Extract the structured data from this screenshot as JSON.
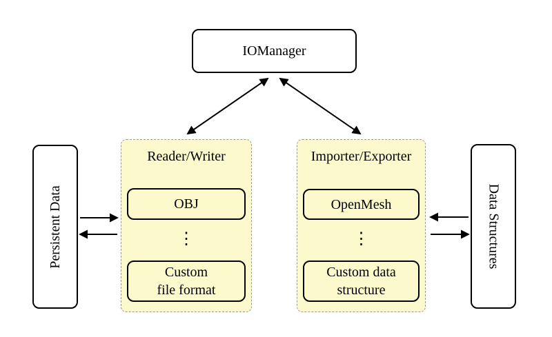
{
  "title_box": {
    "label": "IOManager"
  },
  "groups": {
    "reader_writer": {
      "title": "Reader/Writer",
      "item_top": "OBJ",
      "dots": "⋮",
      "item_bottom": "Custom\nfile format"
    },
    "importer_exporter": {
      "title": "Importer/Exporter",
      "item_top": "OpenMesh",
      "dots": "⋮",
      "item_bottom": "Custom data\nstructure"
    }
  },
  "side_boxes": {
    "left": "Persistent Data",
    "right": "Data Structures"
  },
  "connections": [
    "IOManager <-> Reader/Writer",
    "IOManager <-> Importer/Exporter",
    "Persistent Data -> Reader/Writer",
    "Reader/Writer -> Persistent Data",
    "Data Structures -> Importer/Exporter",
    "Importer/Exporter -> Data Structures"
  ],
  "colors": {
    "group_fill": "#FCFACD",
    "group_border": "#999999",
    "line": "#000000",
    "background": "#FFFFFF"
  }
}
